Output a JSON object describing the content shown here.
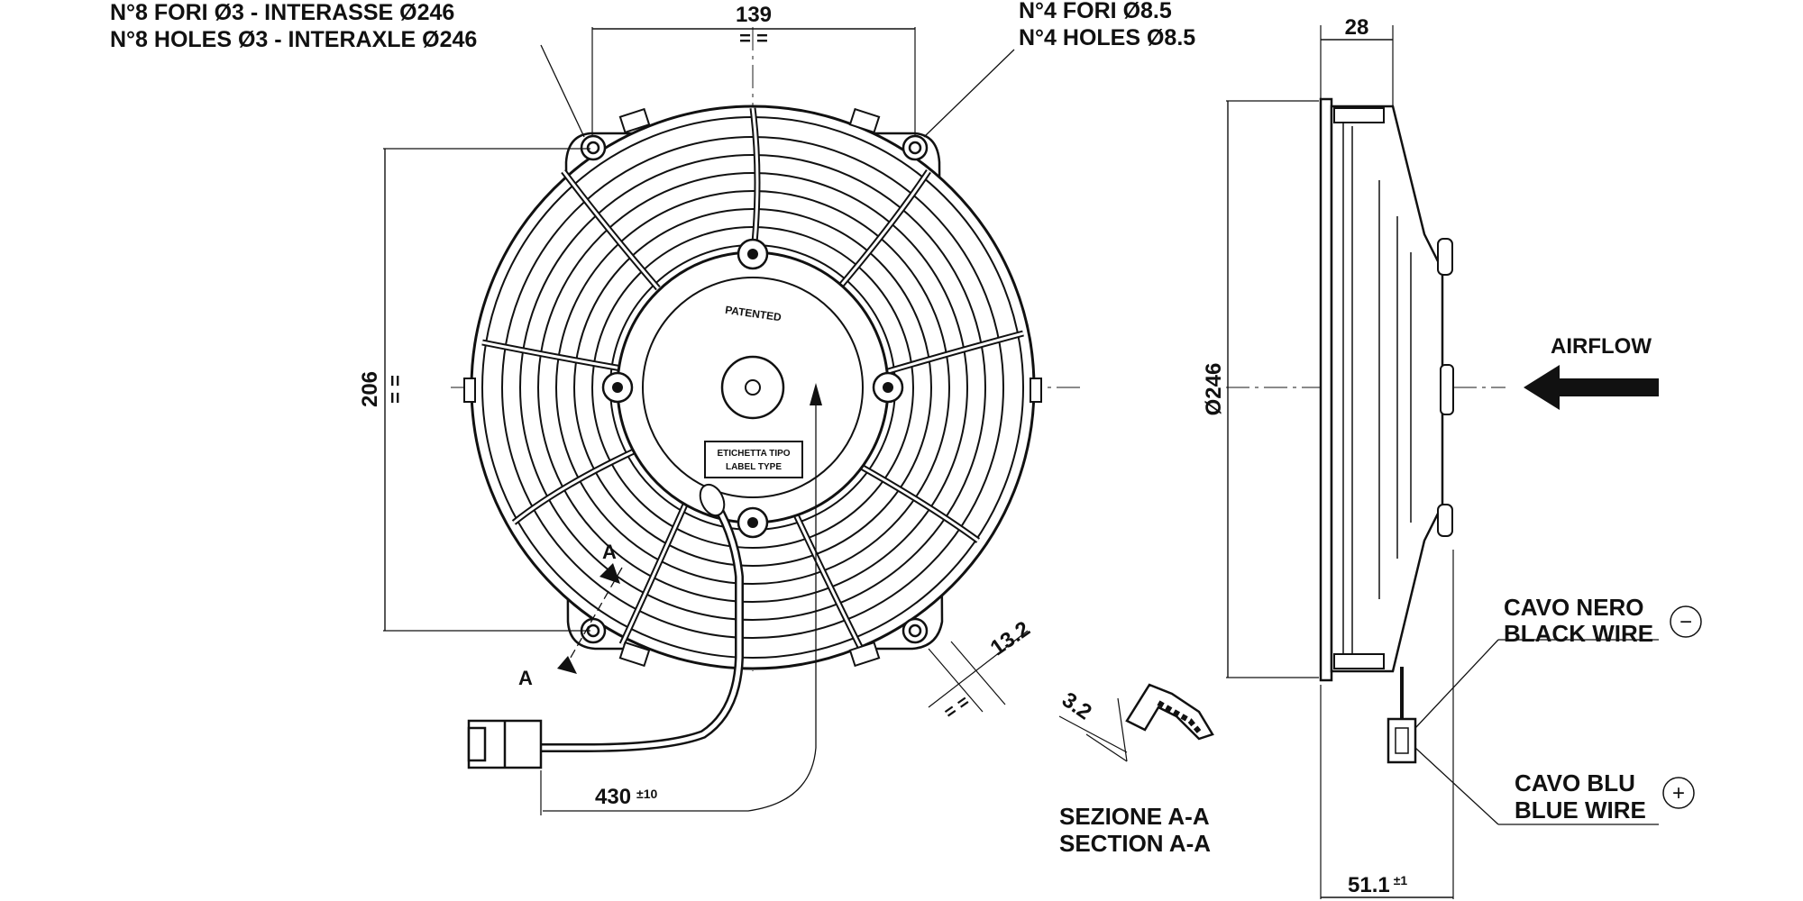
{
  "front_view": {
    "holes_small_it": "N°8 FORI Ø3 - INTERASSE Ø246",
    "holes_small_en": "N°8 HOLES Ø3 - INTERAXLE Ø246",
    "holes_large_it": "N°4 FORI Ø8.5",
    "holes_large_en": "N°4 HOLES Ø8.5",
    "dim_top": "139",
    "dim_left": "206",
    "dim_slot": "13.2",
    "dim_cable": "430",
    "dim_cable_tol": "±10",
    "hub_text": "PATENTED",
    "label_it": "ETICHETTA TIPO",
    "label_en": "LABEL TYPE",
    "equal_mark": "= =",
    "section_mark": "A"
  },
  "section": {
    "dim": "3.2",
    "title_it": "SEZIONE A-A",
    "title_en": "SECTION A-A"
  },
  "side_view": {
    "dim_top": "28",
    "dim_diameter": "Ø246",
    "dim_bottom": "51.1",
    "dim_bottom_tol": "±1",
    "airflow": "AIRFLOW",
    "black_wire_it": "CAVO NERO",
    "black_wire_en": "BLACK WIRE",
    "black_wire_sign": "−",
    "blue_wire_it": "CAVO BLU",
    "blue_wire_en": "BLUE WIRE",
    "blue_wire_sign": "+"
  }
}
